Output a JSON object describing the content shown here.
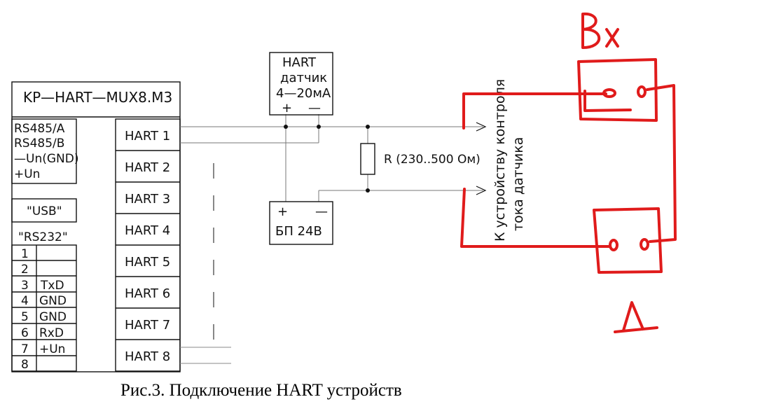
{
  "device": {
    "title": "KP—HART—MUX8.M3",
    "rs485": [
      "RS485/A",
      "RS485/B",
      "—Un(GND)",
      "+Un"
    ],
    "usb": "\"USB\"",
    "rs232_label": "\"RS232\"",
    "rs232_pins": [
      {
        "num": "1",
        "sig": ""
      },
      {
        "num": "2",
        "sig": ""
      },
      {
        "num": "3",
        "sig": "TxD"
      },
      {
        "num": "4",
        "sig": "GND"
      },
      {
        "num": "5",
        "sig": "GND"
      },
      {
        "num": "6",
        "sig": "RxD"
      },
      {
        "num": "7",
        "sig": "+Un"
      },
      {
        "num": "8",
        "sig": ""
      }
    ],
    "hart_ports": [
      "HART 1",
      "HART 2",
      "HART 3",
      "HART 4",
      "HART 5",
      "HART 6",
      "HART 7",
      "HART 8"
    ]
  },
  "sensor": {
    "line1": "HART",
    "line2": "датчик",
    "line3": "4—20мА",
    "plus": "+",
    "minus": "—"
  },
  "psu": {
    "plus": "+",
    "minus": "—",
    "label": "БП 24В"
  },
  "resistor_label": "R (230..500 Ом)",
  "side_note": [
    "К устройству контроля",
    "тока датчика"
  ],
  "handwritten": {
    "top": "B x",
    "bottom": "Д"
  },
  "caption": "Рис.3. Подключение HART устройств",
  "colors": {
    "line": "#111111",
    "annotation": "#e01b1b"
  }
}
